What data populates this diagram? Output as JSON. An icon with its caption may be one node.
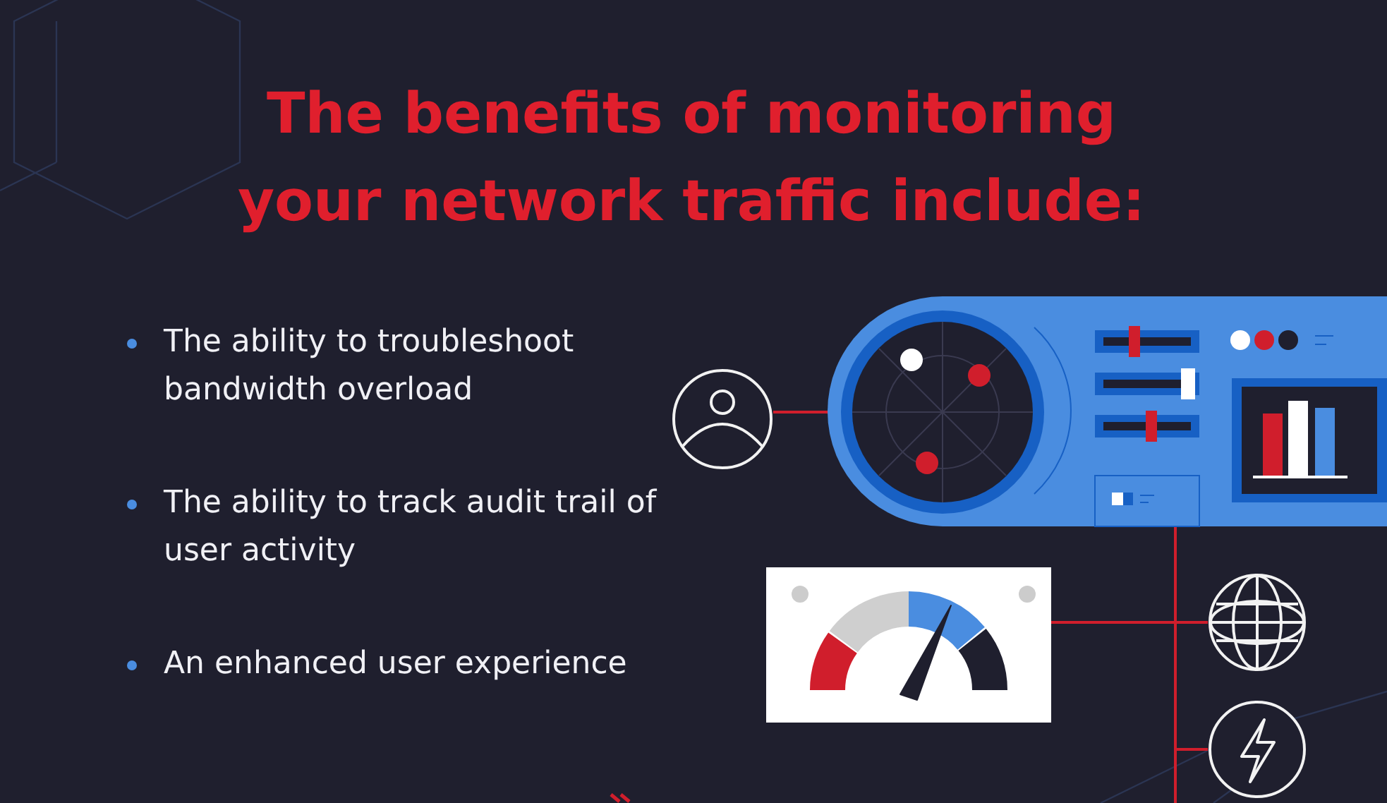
{
  "diagram": {
    "title": "The benefits of monitoring your network traffic include:",
    "nodes": [
      {
        "text": [],
        "shape": "circle"
      },
      {
        "text": [],
        "shape": "picture"
      },
      {
        "text": [],
        "shape": "picture"
      },
      {
        "text": [],
        "shape": "circle"
      },
      {
        "text": [],
        "shape": "circle"
      }
    ],
    "edges": [
      {
        "from": 0,
        "to": 1,
        "arrow": "none"
      },
      {
        "from": 1,
        "to": 3,
        "arrow": "none"
      },
      {
        "from": 2,
        "to": 3,
        "arrow": "none"
      },
      {
        "from": 1,
        "to": 4,
        "arrow": "none"
      },
      {
        "from": 1,
        "to": null,
        "arrow": "none"
      }
    ],
    "labels": [
      "The ability to troubleshoot bandwidth overload",
      "The ability to track audit trail of user activity",
      "An enhanced user experience"
    ]
  }
}
